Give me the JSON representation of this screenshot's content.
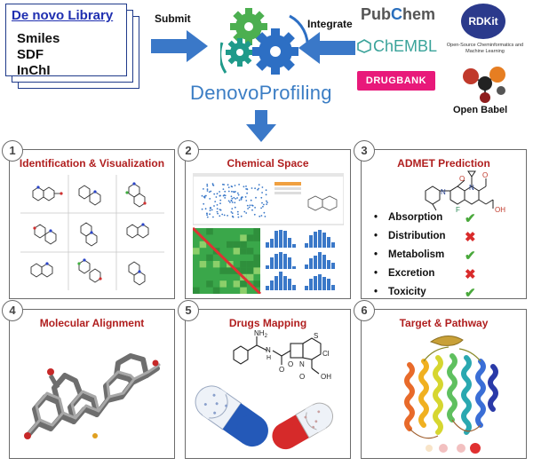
{
  "library": {
    "title": "De novo Library",
    "formats": [
      "Smiles",
      "SDF",
      "InChI"
    ]
  },
  "flow": {
    "submit_label": "Submit",
    "integrate_label": "Integrate",
    "app_name": "DenovoProfiling"
  },
  "sources": {
    "pubchem_a": "Pub",
    "pubchem_b": "C",
    "pubchem_c": "hem",
    "chembl": "ChEMBL",
    "drugbank": "DRUGBANK",
    "rdkit": "RDKit",
    "rdkit_sub": "Open-Source Cheminformatics and Machine Learning",
    "openbabel": "Open Babel"
  },
  "panels": [
    {
      "num": "1",
      "title": "Identification & Visualization"
    },
    {
      "num": "2",
      "title": "Chemical Space"
    },
    {
      "num": "3",
      "title": "ADMET Prediction"
    },
    {
      "num": "4",
      "title": "Molecular Alignment"
    },
    {
      "num": "5",
      "title": "Drugs Mapping"
    },
    {
      "num": "6",
      "title": "Target & Pathway"
    }
  ],
  "admet": [
    {
      "label": "Absorption",
      "mark": "✔",
      "status": "pass"
    },
    {
      "label": "Distribution",
      "mark": "✖",
      "status": "fail"
    },
    {
      "label": "Metabolism",
      "mark": "✔",
      "status": "pass"
    },
    {
      "label": "Excretion",
      "mark": "✖",
      "status": "fail"
    },
    {
      "label": "Toxicity",
      "mark": "✔",
      "status": "pass"
    }
  ],
  "drug_atoms": {
    "nh2": "NH",
    "nh2_sub": "2",
    "h": "H",
    "n1": "N",
    "n2": "N",
    "s": "S",
    "o1": "O",
    "o2": "O",
    "cl": "Cl",
    "o3": "O",
    "oh": "OH"
  },
  "admet_atoms": {
    "o_top": "O",
    "o_ketone": "O",
    "oh": "OH",
    "n_left": "N",
    "n_right": "N",
    "f": "F"
  },
  "colors": {
    "arrow": "#3a78c8",
    "panel_title": "#b01e1e",
    "brand_blue": "#3b7dc4",
    "gear_green": "#4caf50",
    "gear_teal": "#1f9a8a",
    "gear_blue": "#2d6fc4",
    "check": "#49a83b",
    "cross": "#d92b2b"
  }
}
